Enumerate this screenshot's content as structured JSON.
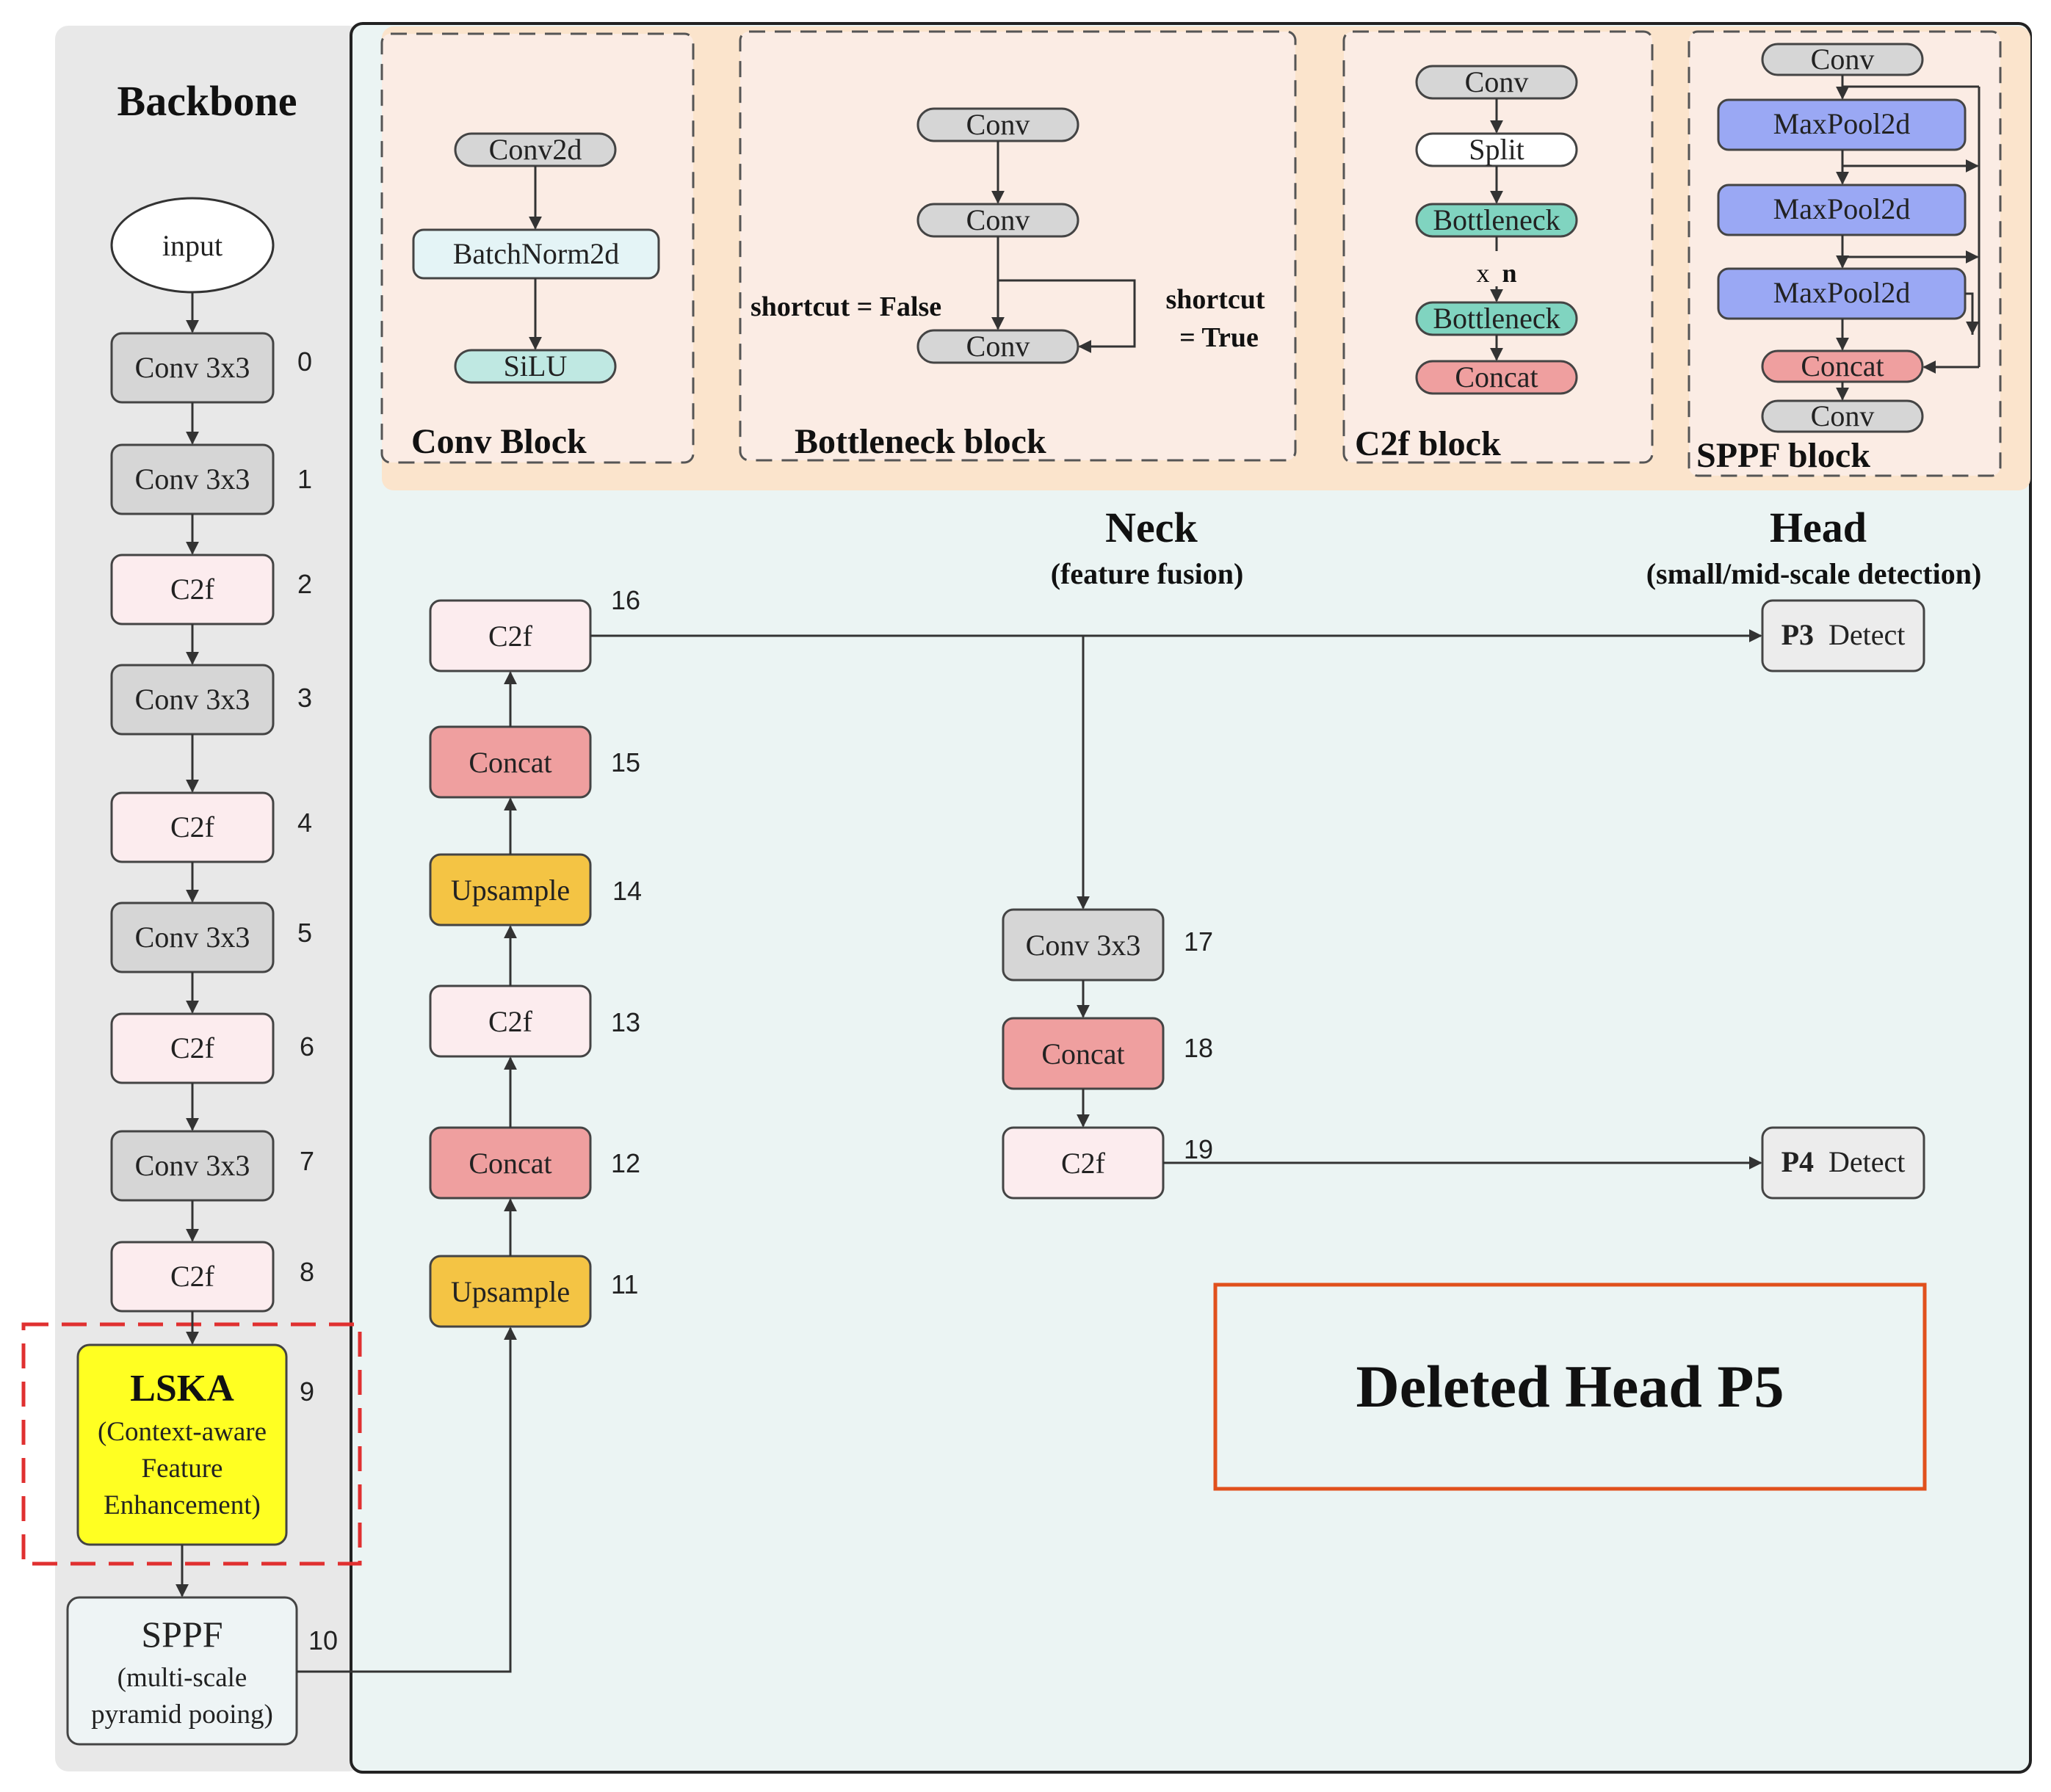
{
  "sections": {
    "backbone": "Backbone",
    "neck_title": "Neck",
    "neck_sub": "(feature fusion)",
    "head_title": "Head",
    "head_sub": "(small/mid-scale detection)"
  },
  "backbone_nodes": [
    {
      "label": "input",
      "index": ""
    },
    {
      "label": "Conv 3x3",
      "index": "0"
    },
    {
      "label": "Conv 3x3",
      "index": "1"
    },
    {
      "label": "C2f",
      "index": "2"
    },
    {
      "label": "Conv 3x3",
      "index": "3"
    },
    {
      "label": "C2f",
      "index": "4"
    },
    {
      "label": "Conv 3x3",
      "index": "5"
    },
    {
      "label": "C2f",
      "index": "6"
    },
    {
      "label": "Conv 3x3",
      "index": "7"
    },
    {
      "label": "C2f",
      "index": "8"
    }
  ],
  "lska": {
    "title": "LSKA",
    "line1": "(Context-aware",
    "line2": "Feature",
    "line3": "Enhancement)",
    "index": "9"
  },
  "sppf": {
    "title": "SPPF",
    "line1": "(multi-scale",
    "line2": "pyramid pooing)",
    "index": "10"
  },
  "neck_nodes": [
    {
      "label": "Upsample",
      "index": "11"
    },
    {
      "label": "Concat",
      "index": "12"
    },
    {
      "label": "C2f",
      "index": "13"
    },
    {
      "label": "Upsample",
      "index": "14"
    },
    {
      "label": "Concat",
      "index": "15"
    },
    {
      "label": "C2f",
      "index": "16"
    },
    {
      "label": "Conv 3x3",
      "index": "17"
    },
    {
      "label": "Concat",
      "index": "18"
    },
    {
      "label": "C2f",
      "index": "19"
    }
  ],
  "detect": {
    "p3_bold": "P3",
    "p3_text": "Detect",
    "p4_bold": "P4",
    "p4_text": "Detect"
  },
  "deleted_label": "Deleted Head P5",
  "conv_block": {
    "title": "Conv Block",
    "items": [
      "Conv2d",
      "BatchNorm2d",
      "SiLU"
    ]
  },
  "bottleneck_block": {
    "title": "Bottleneck block",
    "items": [
      "Conv",
      "Conv",
      "Conv"
    ],
    "shortcut_false": "shortcut = False",
    "shortcut_true_1": "shortcut",
    "shortcut_true_2": "= True"
  },
  "c2f_block": {
    "title": "C2f block",
    "items": [
      "Conv",
      "Split",
      "Bottleneck",
      "Bottleneck",
      "Concat"
    ],
    "repeat_x": "x",
    "repeat_n": "n"
  },
  "sppf_block": {
    "title": "SPPF block",
    "items": [
      "Conv",
      "MaxPool2d",
      "MaxPool2d",
      "MaxPool2d",
      "Concat",
      "Conv"
    ]
  },
  "colors": {
    "backbone_bg": "#e8e8e8",
    "main_bg": "#ebf4f3",
    "top_bg": "#fbe4cc",
    "panel_bg": "#fbece4",
    "conv_fill": "#d6d6d6",
    "c2f_fill": "#fcecee",
    "concat_fill": "#ef9f9f",
    "upsample_fill": "#f4c444",
    "lska_fill": "#ffff22",
    "sppf_fill": "#eef4f5",
    "detect_fill": "#ececec",
    "teal_fill": "#80d4c0",
    "batchnorm_fill": "#e4f4f6",
    "silu_fill": "#bfe8e2",
    "maxpool_fill": "#9aa8f4",
    "red_dash": "#e03030",
    "deleted_border": "#e0501c"
  }
}
